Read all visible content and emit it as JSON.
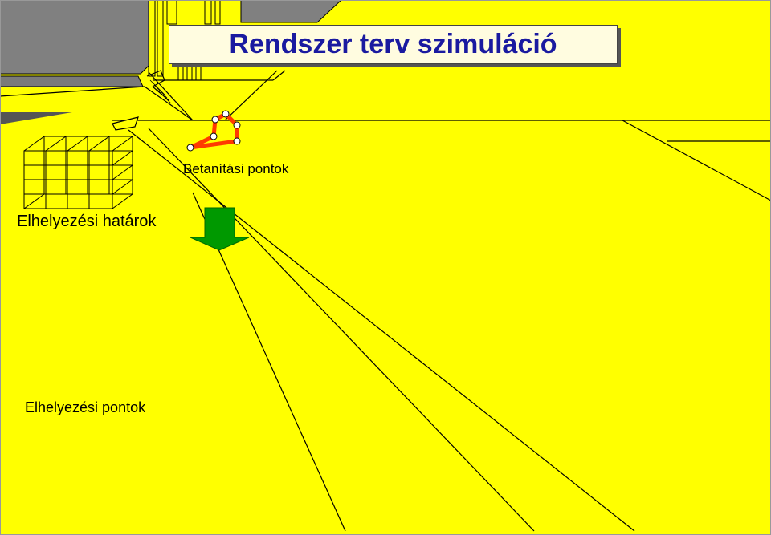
{
  "slide": {
    "title": "Rendszer terv szimuláció",
    "labels": {
      "training_points": "Betanítási pontok",
      "placement_bounds": "Elhelyezési határok",
      "placement_points": "Elhelyezési pontok"
    }
  },
  "colors": {
    "background": "#ffff00",
    "title_text": "#1a1aa0",
    "title_box": "#fffce0",
    "path": "#ff3a00",
    "arrow": "#009900",
    "wall": "#808080"
  },
  "icons": {
    "arrow": "down-arrow-icon",
    "grid": "grid-cage-icon"
  }
}
